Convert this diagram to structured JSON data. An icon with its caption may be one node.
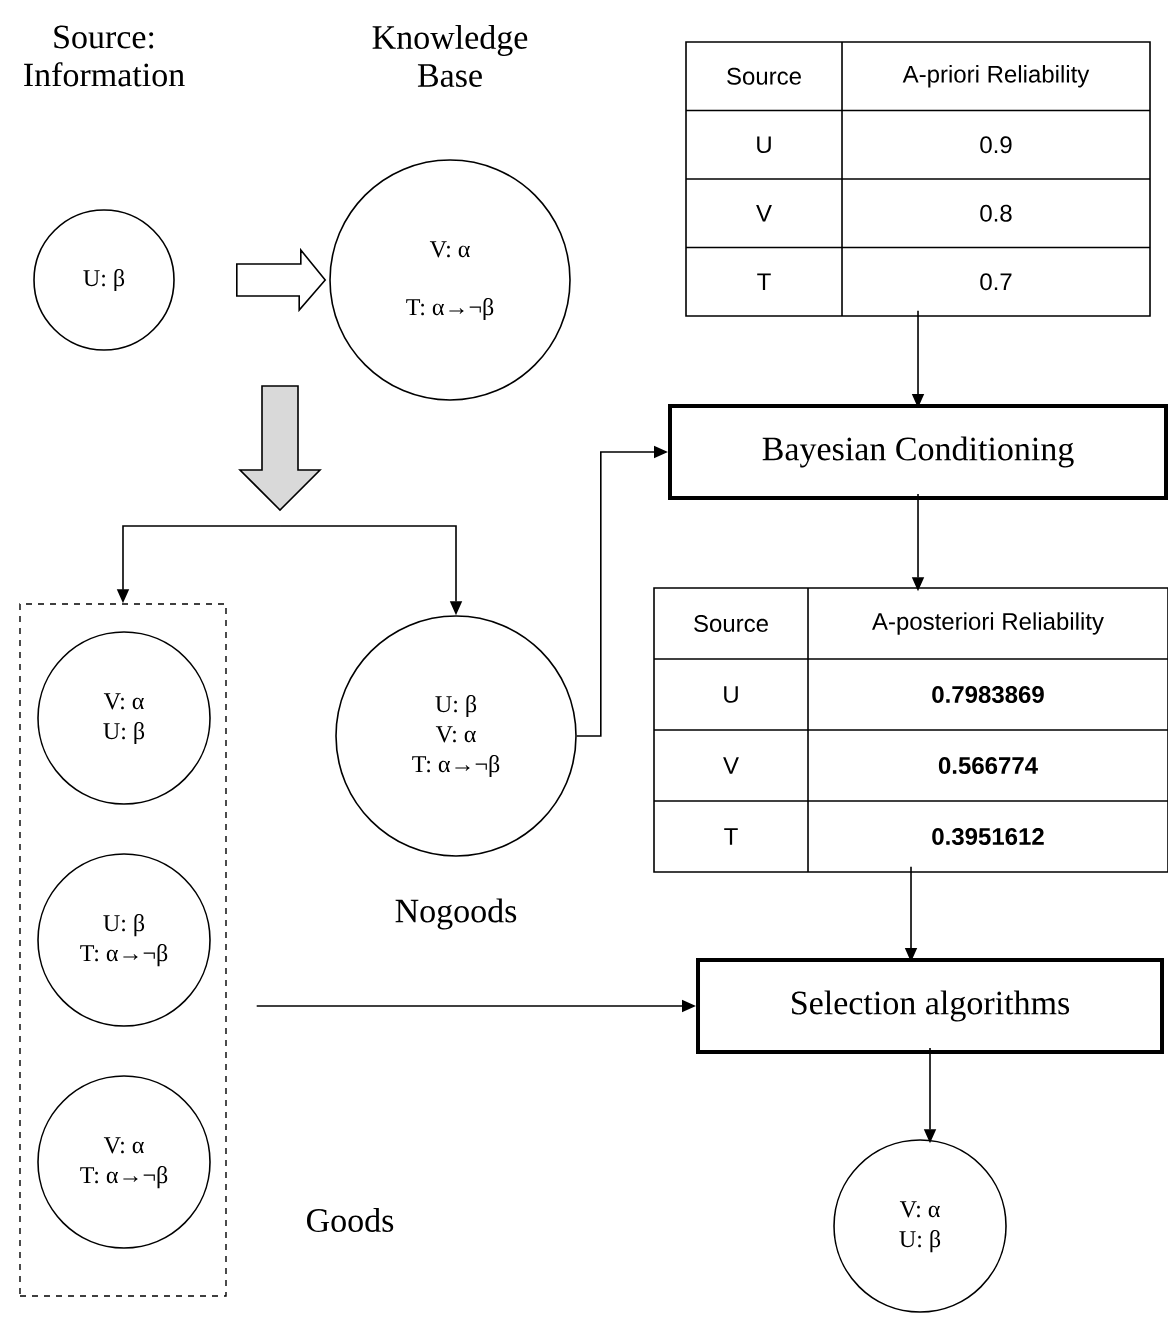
{
  "diagram": {
    "nodes": [
      {
        "text": [
          "Source: Information",
          "U: β"
        ]
      },
      {
        "text": [
          "Knowledge Base",
          "V: α",
          "T: α→¬β"
        ]
      },
      {
        "text": [
          "Source",
          "A-priori Reliability",
          "U",
          "0.9",
          "V",
          "0.8",
          "T",
          "0.7"
        ]
      },
      {
        "text": [
          "Bayesian Conditioning"
        ]
      },
      {
        "text": [
          "Source",
          "A-posteriori Reliability",
          "U",
          "0.7983869",
          "V",
          "0.566774",
          "T",
          "0.3951612"
        ]
      },
      {
        "text": [
          "Selection algorithms"
        ]
      },
      {
        "text": [
          "V: α",
          "U: β"
        ]
      },
      {
        "text": [],
        "shape": "box",
        "beside": [
          "Goods"
        ]
      },
      {
        "text": [
          "V: α",
          "U: β"
        ],
        "in": 7
      },
      {
        "text": [
          "U: β",
          "T: α→¬β"
        ],
        "in": 7
      },
      {
        "text": [
          "V: α",
          "T: α→¬β"
        ],
        "in": 7
      },
      {
        "text": [
          "U: β",
          "V: α",
          "T: α→¬β"
        ],
        "beside": [
          "Nogoods"
        ]
      }
    ],
    "edges": [
      {
        "from": 0,
        "to": 1,
        "arrow": "to",
        "style": "thick"
      },
      {
        "from": null,
        "to": 7,
        "arrow": "to"
      },
      {
        "from": null,
        "to": 11,
        "arrow": "to"
      },
      {
        "from": 11,
        "to": 3,
        "arrow": "to"
      },
      {
        "from": 2,
        "to": 3,
        "arrow": "to"
      },
      {
        "from": 3,
        "to": 4,
        "arrow": "to"
      },
      {
        "from": 4,
        "to": 5,
        "arrow": "to"
      },
      {
        "from": 7,
        "to": 5,
        "arrow": "to"
      },
      {
        "from": 5,
        "to": 6,
        "arrow": "to"
      }
    ]
  }
}
